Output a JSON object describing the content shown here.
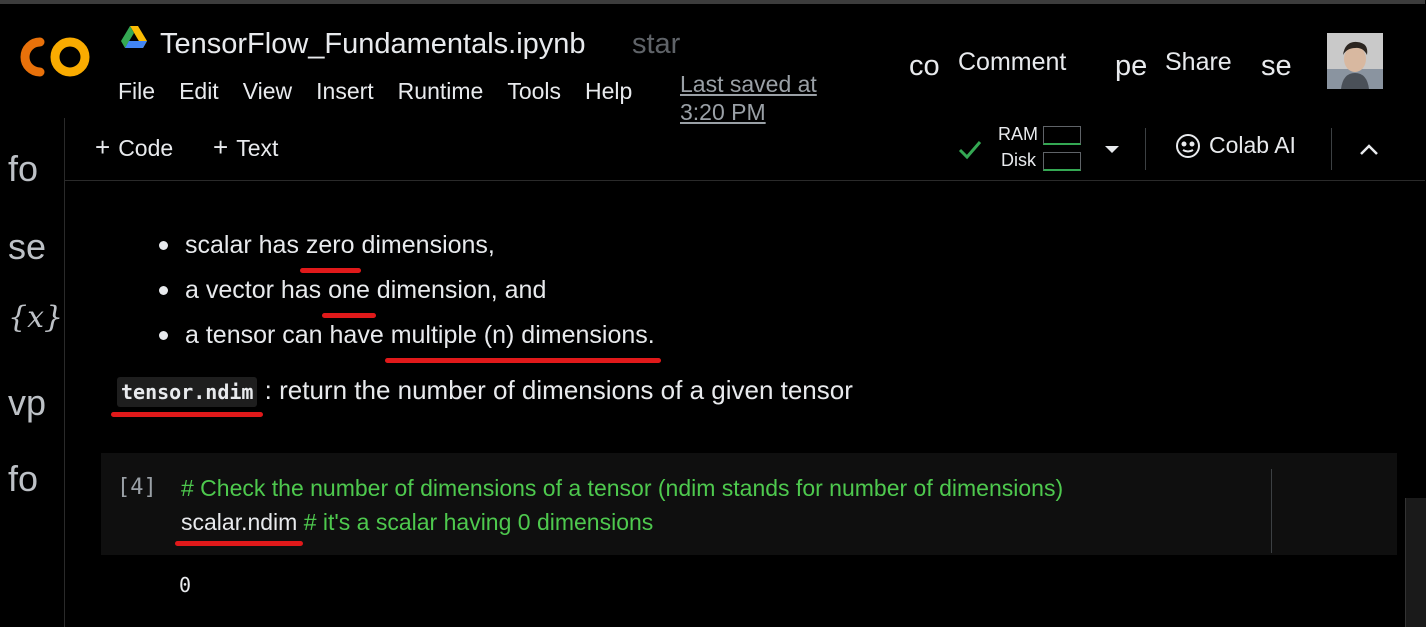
{
  "header": {
    "notebook_title": "TensorFlow_Fundamentals.ipynb",
    "star_text": "star",
    "last_saved": "Last saved at 3:20 PM",
    "comment_prefix": "co",
    "comment_label": "Comment",
    "share_prefix": "pe",
    "share_label": "Share",
    "settings_prefix": "se"
  },
  "menu": [
    "File",
    "Edit",
    "View",
    "Insert",
    "Runtime",
    "Tools",
    "Help"
  ],
  "sidebar": {
    "items": [
      "fo",
      "se",
      "{x}",
      "vp",
      "fo"
    ]
  },
  "toolbar": {
    "code_label": "Code",
    "text_label": "Text",
    "ram_label": "RAM",
    "disk_label": "Disk",
    "colab_ai_label": "Colab AI"
  },
  "content": {
    "bullets": [
      {
        "before": "scalar has ",
        "highlight": "zero",
        "after": " dimensions,"
      },
      {
        "before": "a vector has ",
        "highlight": "one",
        "after": " dimension, and"
      },
      {
        "before": "a tensor can have ",
        "highlight": "multiple (n) dimensions.",
        "after": ""
      }
    ],
    "ndim_code": "tensor.ndim",
    "ndim_desc": " : return the number of dimensions of a given tensor",
    "cell": {
      "exec_count": "[4]",
      "line1_comment": "# Check the number of dimensions of a tensor (ndim stands for number of dimensions)",
      "line2_code": "scalar.ndim",
      "line2_comment": " # it's a scalar having 0 dimensions"
    },
    "output": "0"
  },
  "colors": {
    "accent_orange": "#f9ab00",
    "underline_red": "#e0191a",
    "comment_green": "#4ec94e",
    "status_green": "#34a853"
  }
}
